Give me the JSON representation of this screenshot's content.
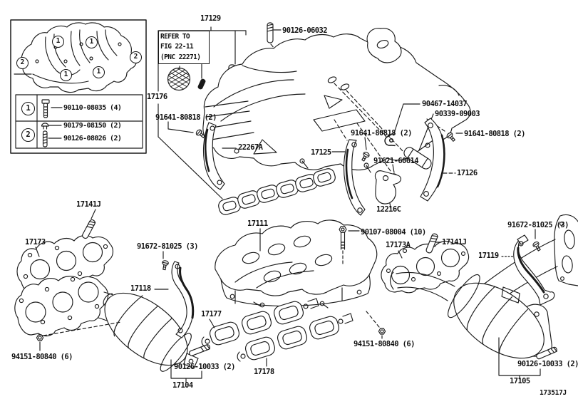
{
  "diagram": {
    "figure_code": "173517J",
    "line_color": "#1a1a1a",
    "background_color": "#ffffff"
  },
  "refer_note": {
    "line1": "REFER TO",
    "line2": "FIG 22-11",
    "line3": "(PNC 22271)"
  },
  "inset": {
    "callouts": {
      "c1": "1",
      "c2": "1",
      "c3": "1",
      "c4": "1",
      "c5": "2",
      "c6": "2"
    },
    "legend": {
      "row1_num": "1",
      "row1_part": "90110-08035 (4)",
      "row2_num": "2",
      "row2_part_a": "90179-08150 (2)",
      "row2_part_b": "90126-08026 (2)"
    }
  },
  "labels": {
    "p17129": "17129",
    "p90126_06032": "90126-06032",
    "p17176": "17176",
    "p91641_a": "91641-80818 (2)",
    "p22267a": "22267A",
    "p17125": "17125",
    "p91641_b": "91641-80818 (2)",
    "p90467": "90467-14037",
    "p90339": "90339-09003",
    "p91641_c": "91641-80818 (2)",
    "p91621": "91621-60614",
    "p17126": "17126",
    "p12216c": "12216C",
    "p17141j_l": "17141J",
    "p17173": "17173",
    "p91672_l": "91672-81025 (3)",
    "p17111": "17111",
    "p90107": "90107-08004 (10)",
    "p17173a": "17173A",
    "p17141j_r": "17141J",
    "p91672_r": "91672-81025 (3)",
    "p17119": "17119",
    "p17118": "17118",
    "p17177": "17177",
    "p94151_l": "94151-80840 (6)",
    "p90126_10033_l": "90126-10033 (2)",
    "p17104": "17104",
    "p17178": "17178",
    "p94151_r": "94151-80840 (6)",
    "p90126_10033_r": "90126-10033 (2)",
    "p17105": "17105"
  }
}
